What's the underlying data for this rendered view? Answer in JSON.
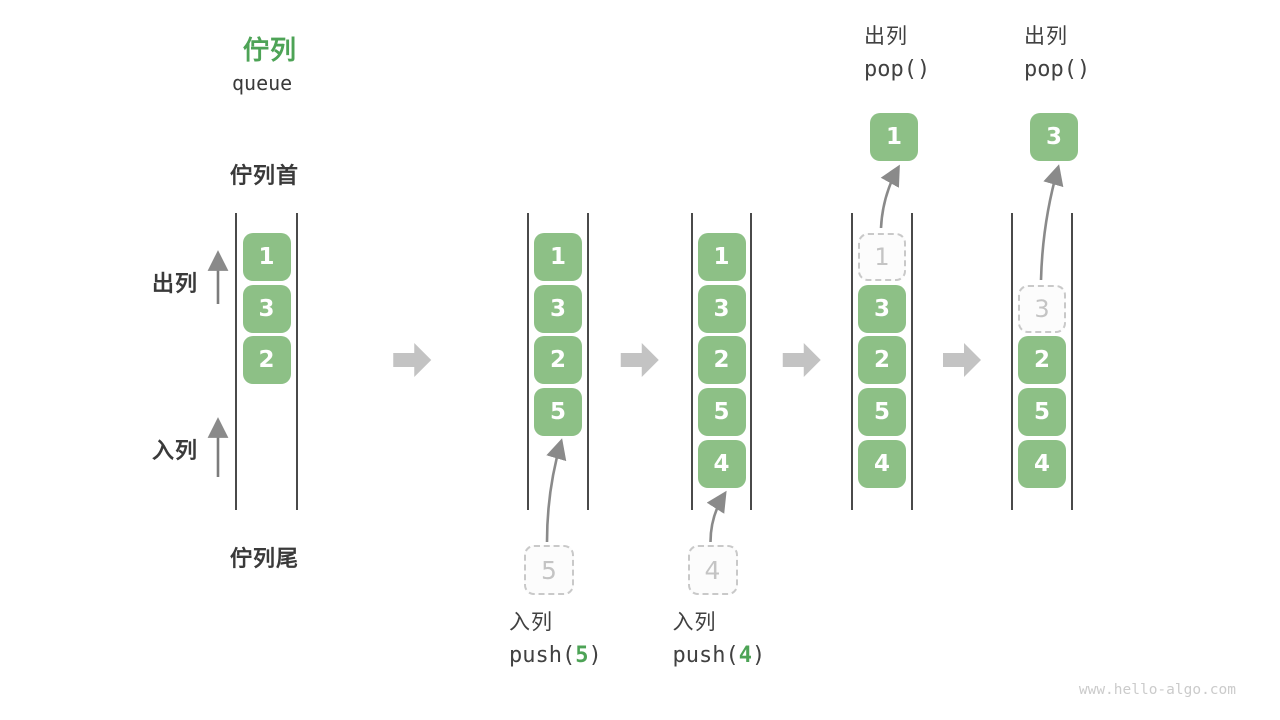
{
  "title": {
    "zh": "佇列",
    "en": "queue"
  },
  "side_labels": {
    "front": "佇列首",
    "rear": "佇列尾",
    "dequeue": "出列",
    "enqueue": "入列"
  },
  "watermark": "www.hello-algo.com",
  "colors": {
    "box_green": "#8DC086",
    "accent_green": "#4DA356",
    "text_dark": "#3A3A3A",
    "line_dark": "#4A4A4A",
    "arrow_gray": "#8A8A8A",
    "block_arrow_gray": "#C3C3C3",
    "dashed_border": "#C9C9C9",
    "dashed_text": "#C4C4C4"
  },
  "states": [
    {
      "slots": [
        {
          "v": "1"
        },
        {
          "v": "3"
        },
        {
          "v": "2"
        }
      ]
    },
    {
      "slots": [
        {
          "v": "1"
        },
        {
          "v": "3"
        },
        {
          "v": "2"
        },
        {
          "v": "5"
        }
      ],
      "incoming": {
        "value": "5",
        "label": "入列",
        "code_pre": "push(",
        "code_arg": "5",
        "code_post": ")"
      }
    },
    {
      "slots": [
        {
          "v": "1"
        },
        {
          "v": "3"
        },
        {
          "v": "2"
        },
        {
          "v": "5"
        },
        {
          "v": "4"
        }
      ],
      "incoming": {
        "value": "4",
        "label": "入列",
        "code_pre": "push(",
        "code_arg": "4",
        "code_post": ")"
      }
    },
    {
      "slots": [
        {
          "v": "1",
          "removed": true
        },
        {
          "v": "3"
        },
        {
          "v": "2"
        },
        {
          "v": "5"
        },
        {
          "v": "4"
        }
      ],
      "outgoing": {
        "value": "1",
        "label": "出列",
        "code": "pop()"
      }
    },
    {
      "slots": [
        {
          "empty": true
        },
        {
          "v": "3",
          "removed": true
        },
        {
          "v": "2"
        },
        {
          "v": "5"
        },
        {
          "v": "4"
        }
      ],
      "outgoing": {
        "value": "3",
        "label": "出列",
        "code": "pop()"
      }
    }
  ]
}
